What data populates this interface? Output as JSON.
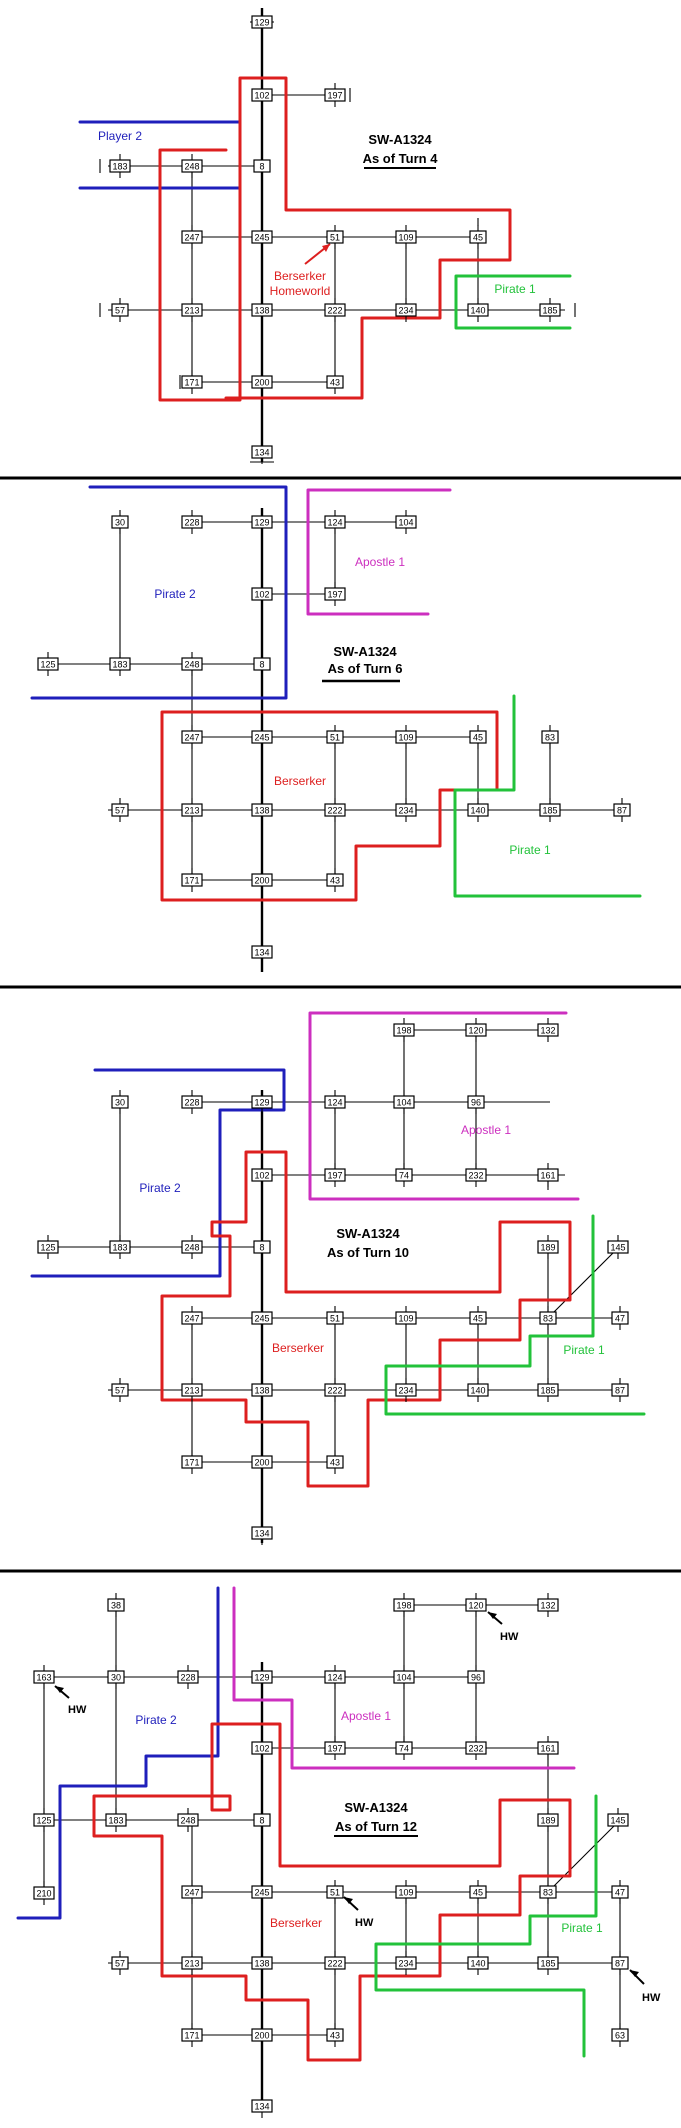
{
  "panels": [
    {
      "title": "SW-A1324",
      "subtitle": "As of Turn 4",
      "labels": {
        "player2": "Player 2",
        "berserker": "Berserker",
        "homeworld": "Homeworld",
        "pirate1": "Pirate 1"
      },
      "nodes": [
        "129",
        "102",
        "197",
        "183",
        "248",
        "8",
        "247",
        "245",
        "51",
        "109",
        "45",
        "57",
        "213",
        "138",
        "222",
        "234",
        "140",
        "185",
        "171",
        "200",
        "43",
        "134"
      ]
    },
    {
      "title": "SW-A1324",
      "subtitle": "As of Turn 6",
      "labels": {
        "pirate2": "Pirate 2",
        "apostle1": "Apostle 1",
        "berserker": "Berserker",
        "pirate1": "Pirate 1"
      },
      "nodes": [
        "30",
        "228",
        "129",
        "124",
        "104",
        "102",
        "197",
        "125",
        "183",
        "248",
        "8",
        "247",
        "245",
        "51",
        "109",
        "45",
        "83",
        "57",
        "213",
        "138",
        "222",
        "234",
        "140",
        "185",
        "87",
        "171",
        "200",
        "43",
        "134"
      ]
    },
    {
      "title": "SW-A1324",
      "subtitle": "As of Turn 10",
      "labels": {
        "pirate2": "Pirate 2",
        "apostle1": "Apostle 1",
        "berserker": "Berserker",
        "pirate1": "Pirate 1"
      },
      "nodes": [
        "198",
        "120",
        "132",
        "30",
        "228",
        "129",
        "124",
        "104",
        "96",
        "102",
        "197",
        "74",
        "232",
        "161",
        "125",
        "183",
        "248",
        "8",
        "189",
        "145",
        "247",
        "245",
        "51",
        "109",
        "45",
        "83",
        "47",
        "57",
        "213",
        "138",
        "222",
        "234",
        "140",
        "185",
        "87",
        "171",
        "200",
        "43",
        "134"
      ]
    },
    {
      "title": "SW-A1324",
      "subtitle": "As of Turn 12",
      "labels": {
        "pirate2": "Pirate 2",
        "apostle1": "Apostle 1",
        "berserker": "Berserker",
        "pirate1": "Pirate 1",
        "hw": "HW"
      },
      "nodes": [
        "38",
        "198",
        "120",
        "132",
        "163",
        "30",
        "228",
        "129",
        "124",
        "104",
        "96",
        "102",
        "197",
        "74",
        "232",
        "161",
        "125",
        "183",
        "248",
        "8",
        "189",
        "145",
        "210",
        "247",
        "245",
        "51",
        "109",
        "45",
        "83",
        "47",
        "57",
        "213",
        "138",
        "222",
        "234",
        "140",
        "185",
        "87",
        "171",
        "200",
        "43",
        "63",
        "134"
      ]
    }
  ],
  "colors": {
    "berserker": "#dd1f1f",
    "pirate2": "#1f1fbb",
    "apostle1": "#cc2fbf",
    "pirate1": "#22c23a"
  }
}
